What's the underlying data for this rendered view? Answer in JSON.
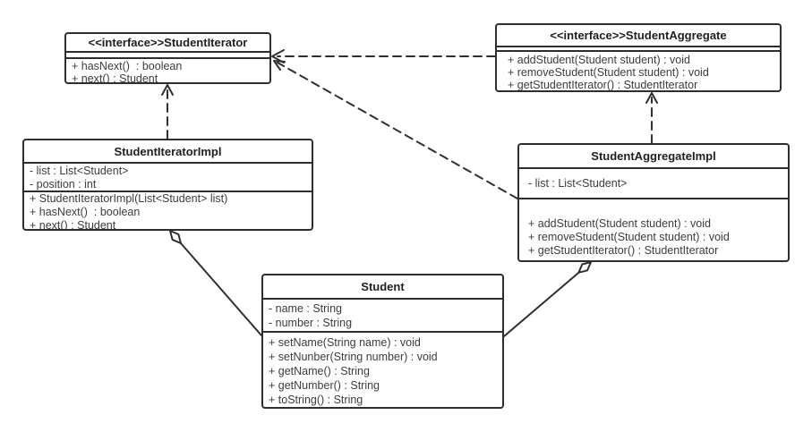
{
  "diagram": {
    "background_color": "#ffffff",
    "stroke_color": "#2f2f2f",
    "classes": {
      "student_iterator": {
        "title": "<<interface>>StudentIterator",
        "attributes": [],
        "methods": [
          "+ hasNext()  : boolean",
          "+ next() : Student"
        ]
      },
      "student_aggregate": {
        "title": "<<interface>>StudentAggregate",
        "attributes": [],
        "methods": [
          "+ addStudent(Student student) : void",
          "+ removeStudent(Student student) : void",
          "+ getStudentIterator() : StudentIterator"
        ]
      },
      "student_iterator_impl": {
        "title": "StudentIteratorImpl",
        "attributes": [
          "- list : List<Student>",
          "- position : int"
        ],
        "methods": [
          "+ StudentIteratorImpl(List<Student> list)",
          "+ hasNext()  : boolean",
          "+ next() : Student"
        ]
      },
      "student_aggregate_impl": {
        "title": "StudentAggregateImpl",
        "attributes": [
          "- list : List<Student>"
        ],
        "methods": [
          "+ addStudent(Student student) : void",
          "+ removeStudent(Student student) : void",
          "+ getStudentIterator() : StudentIterator"
        ]
      },
      "student": {
        "title": "Student",
        "attributes": [
          "- name : String",
          "- number : String"
        ],
        "methods": [
          "+ setName(String name) : void",
          "+ setNunber(String number) : void",
          "+ getName() : String",
          "+ getNumber() : String",
          "+ toString() : String"
        ]
      }
    },
    "relationships": [
      {
        "type": "realization",
        "from": "StudentIteratorImpl",
        "to": "StudentIterator",
        "line": "dashed",
        "head": "open-arrow"
      },
      {
        "type": "realization",
        "from": "StudentAggregateImpl",
        "to": "StudentAggregate",
        "line": "dashed",
        "head": "open-arrow"
      },
      {
        "type": "dependency",
        "from": "StudentAggregate",
        "to": "StudentIterator",
        "line": "dashed",
        "head": "open-arrow"
      },
      {
        "type": "dependency",
        "from": "StudentAggregateImpl",
        "to": "StudentIterator",
        "line": "dashed",
        "head": "open-arrow"
      },
      {
        "type": "aggregation",
        "from": "StudentIteratorImpl",
        "to": "Student",
        "line": "solid",
        "head": "hollow-diamond"
      },
      {
        "type": "aggregation",
        "from": "StudentAggregateImpl",
        "to": "Student",
        "line": "solid",
        "head": "hollow-diamond"
      }
    ]
  }
}
